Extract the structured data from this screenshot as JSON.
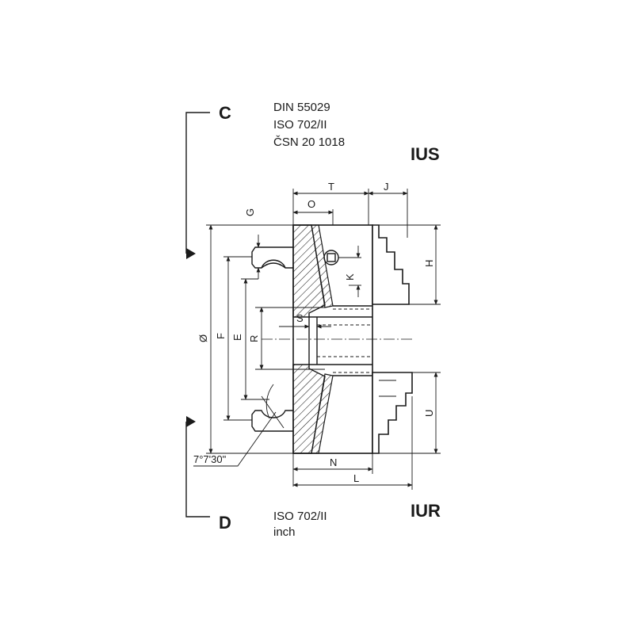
{
  "standards_top": {
    "marker": "C",
    "lines": [
      "DIN 55029",
      "ISO 702/II",
      "ČSN 20 1018"
    ],
    "variant": "IUS"
  },
  "standards_bottom": {
    "marker": "D",
    "lines": [
      "ISO 702/II",
      "inch"
    ],
    "variant": "IUR"
  },
  "dimensions": {
    "T": "T",
    "J": "J",
    "O": "O",
    "G": "G",
    "H": "H",
    "K": "K",
    "S": "S",
    "R": "R",
    "E": "E",
    "F": "F",
    "diameter": "Ø",
    "U": "U",
    "N": "N",
    "L": "L",
    "angle": "7°7'30\""
  }
}
